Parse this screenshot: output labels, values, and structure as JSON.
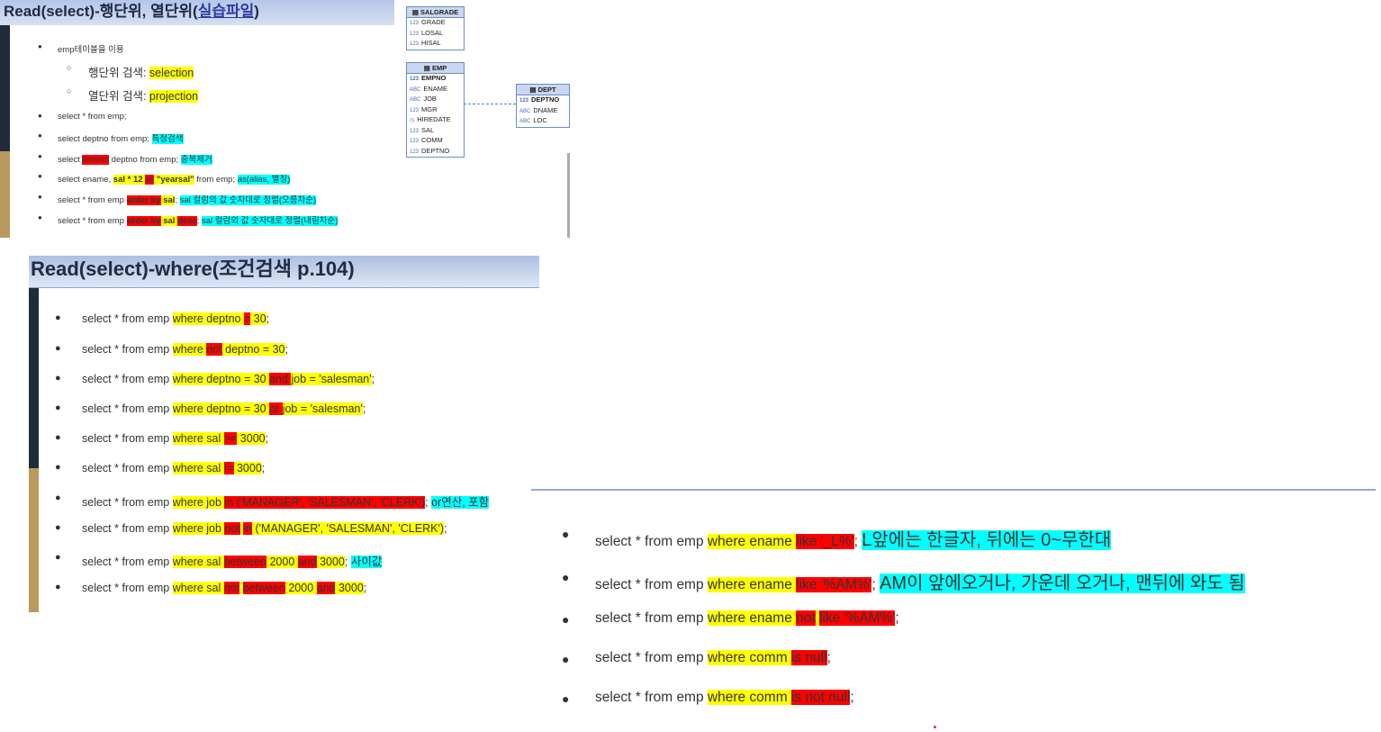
{
  "slide1": {
    "title_prefix": "Read(select)-행단위, 열단위(",
    "title_link": "실습파일",
    "title_suffix": ")",
    "bullets": {
      "b1": "emp테이블을 이용",
      "sub1_text": "행단위 검색: ",
      "sub1_hl": "selection",
      "sub2_text": "열단위 검색: ",
      "sub2_hl": "projection",
      "l1": "select * from emp;",
      "l2_text": "select deptno from emp; ",
      "l2_hl": "특정검색",
      "l3_a": "select ",
      "l3_red": "distinct",
      "l3_b": " deptno    from emp; ",
      "l3_hl": "중복제거",
      "l4_a": "select ename, ",
      "l4_y1": "sal * 12 ",
      "l4_red": "as",
      "l4_y2": " \"yearsal\"",
      "l4_b": "  from emp; ",
      "l4_hl": "as(alias, 별칭)",
      "l5_a": "select * from emp ",
      "l5_red": "order by",
      "l5_y": " sal",
      "l5_b": "; ",
      "l5_hl": "sal 컬럼의 값 숫자대로 정렬(오름차순)",
      "l6_a": "select * from emp ",
      "l6_red1": "order by",
      "l6_y": " sal ",
      "l6_red2": "desc",
      "l6_b": "; ",
      "l6_hl": "sal 컬럼의 값 숫자대로 정렬(내림차순)"
    },
    "erd": {
      "salgrade": {
        "name": "SALGRADE",
        "cols": [
          "GRADE",
          "LOSAL",
          "HISAL"
        ],
        "types": [
          "123",
          "123",
          "123"
        ]
      },
      "emp": {
        "name": "EMP",
        "cols": [
          "EMPNO",
          "ENAME",
          "JOB",
          "MGR",
          "HIREDATE",
          "SAL",
          "COMM",
          "DEPTNO"
        ],
        "types": [
          "123",
          "ABC",
          "ABC",
          "123",
          "◷",
          "123",
          "123",
          "123"
        ]
      },
      "dept": {
        "name": "DEPT",
        "cols": [
          "DEPTNO",
          "DNAME",
          "LOC"
        ],
        "types": [
          "123",
          "ABC",
          "ABC"
        ]
      }
    }
  },
  "slide2": {
    "title": "Read(select)-where(조건검색 p.104)",
    "lines": [
      {
        "a": "select * from emp ",
        "y1": "where deptno ",
        "r1": "=",
        "y2": " 30",
        "b": ";"
      },
      {
        "a": "select * from emp ",
        "y1": "where ",
        "r1": "not",
        "y2": " deptno = 30",
        "b": ";"
      },
      {
        "a": "select * from emp ",
        "y1": "where deptno = 30 ",
        "r1": " and ",
        "y2": " job = 'salesman'",
        "b": ";"
      },
      {
        "a": "select * from emp ",
        "y1": "where deptno = 30 ",
        "r1": " or ",
        "y2": " job = 'salesman'",
        "b": ";"
      },
      {
        "a": "select * from emp ",
        "y1": "where sal ",
        "r1": ">=",
        "y2": " 3000",
        "b": ";"
      },
      {
        "a": "select * from emp ",
        "y1": "where sal ",
        "r1": "!=",
        "y2": " 3000",
        "b": ";"
      },
      {
        "a": "select * from emp ",
        "y1": "where job ",
        "r1": "in ('MANAGER', 'SALESMAN', 'CLERK')",
        "b": "; ",
        "c": "or연산, 포함"
      },
      {
        "a": "select * from emp ",
        "y1": "where job ",
        "r1": "not",
        "y2": " ",
        "r2": "in",
        "y3": " ('MANAGER', 'SALESMAN', 'CLERK')",
        "b": ";"
      },
      {
        "a": "select * from emp ",
        "y1": "where sal ",
        "r1": "between",
        "y2": " 2000 ",
        "r2": "and",
        "y3": " 3000",
        "b": "; ",
        "c": "사이값"
      },
      {
        "a": "select * from emp ",
        "y1": "where sal ",
        "r1": "not",
        "y2": " ",
        "r2": "between",
        "y3": " 2000 ",
        "r3": "and",
        "y4": " 3000",
        "b": ";"
      }
    ]
  },
  "slide3": {
    "lines": [
      {
        "a": "select * from emp ",
        "y1": "where ename ",
        "r1": "like '_L%'",
        "b": ";  ",
        "c": "L앞에는 한글자, 뒤에는 0~무한대"
      },
      {
        "a": "select * from emp ",
        "y1": "where ename ",
        "r1": "like '%AM%'",
        "b": ";   ",
        "c": "AM이 앞에오거나, 가운데 오거나, 맨뒤에 와도 됨"
      },
      {
        "a": "select * from emp ",
        "y1": "where ename ",
        "r1": "not",
        "y2": " ",
        "r2": "like '%AM%'",
        "b": ";"
      },
      {
        "a": "select * from emp ",
        "y1": "where comm ",
        "r1": "is null",
        "b": ";"
      },
      {
        "a": "select * from emp ",
        "y1": "where comm ",
        "r1": "is not null",
        "b": ";"
      }
    ]
  }
}
